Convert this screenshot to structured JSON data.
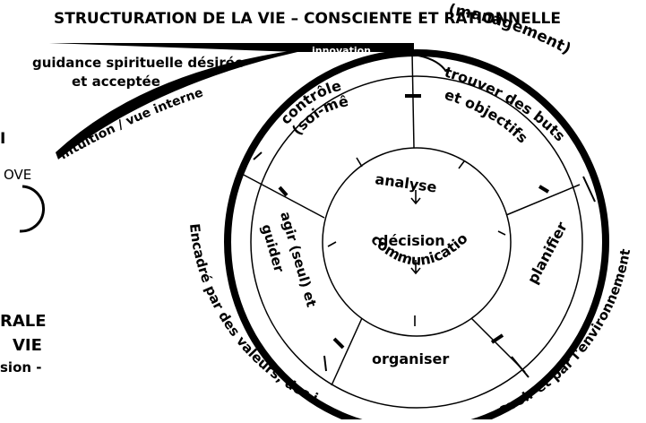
{
  "title": "STRUCTURATION DE LA VIE – CONSCIENTE ET RATIONNELLE",
  "title_tail": "(management)",
  "left_labels": {
    "guidance_line1": "guidance spirituelle désirée",
    "guidance_line2": "et acceptée",
    "intuition": "intuition / vue interne",
    "innovation": "innovation"
  },
  "segments": {
    "controler_line1": "contrôler",
    "controler_line2": "(soi-même)",
    "trouver_line1": "trouver des buts",
    "trouver_line2": "et objectifs",
    "planifier": "planifier",
    "organiser": "organiser",
    "agir_line1": "agir (seul) et",
    "agir_line2": "guider"
  },
  "center": {
    "analyse": "analyse",
    "decision": "décision",
    "communication": "communication"
  },
  "arc_left": "Encadré par des valeurs, des i",
  "arc_right": "avoir et par l'environnement",
  "cropped_left": {
    "letter_i": "I",
    "ove": "OVE",
    "rale": "RALE",
    "vie": "VIE",
    "sion": "sion -"
  },
  "colors": {
    "ink": "#000000",
    "background": "#ffffff"
  }
}
